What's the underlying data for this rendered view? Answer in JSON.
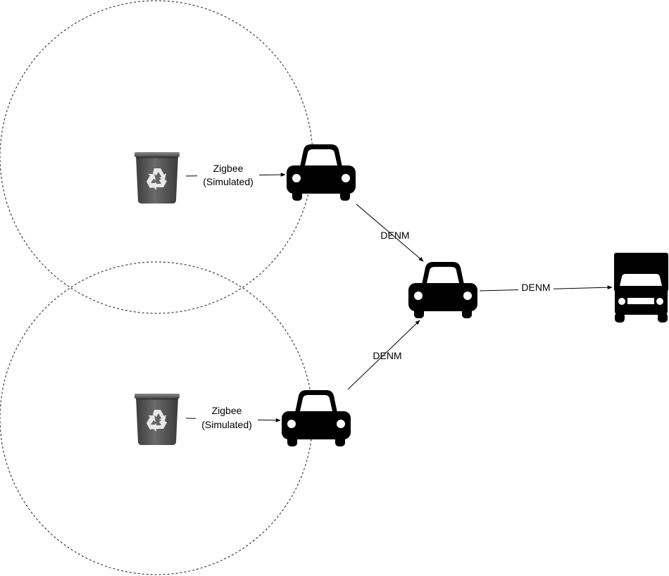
{
  "links": {
    "zigbee_label_line1": "Zigbee",
    "zigbee_label_line2": "(Simulated)",
    "denm_label": "DENM"
  },
  "nodes": {
    "bins": [
      "recycle-bin-icon",
      "recycle-bin-icon"
    ],
    "cars": [
      "car-icon",
      "car-icon",
      "car-icon"
    ],
    "truck": "truck-icon"
  },
  "colors": {
    "vehicle": "#000000",
    "bin_body": "#555555",
    "range_circle": "#1a1a1a"
  }
}
